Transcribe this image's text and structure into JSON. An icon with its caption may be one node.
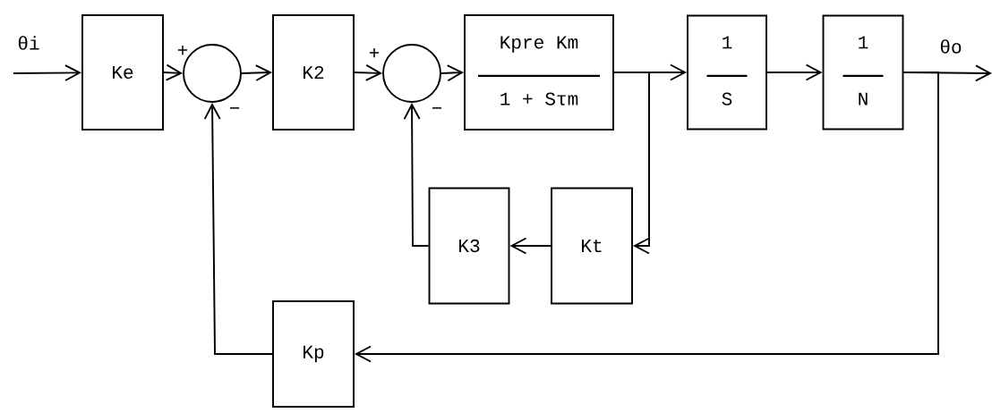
{
  "diagram": {
    "nodes": [
      {
        "text": [
          "Ke"
        ]
      },
      {
        "text": [],
        "shape": "circle"
      },
      {
        "text": [
          "K2"
        ]
      },
      {
        "text": [],
        "shape": "circle"
      },
      {
        "text": [
          "Kpre Km",
          "1 + Sτm"
        ]
      },
      {
        "text": [
          "1",
          "S"
        ]
      },
      {
        "text": [
          "1",
          "N"
        ]
      },
      {
        "text": [
          "Kt"
        ]
      },
      {
        "text": [
          "K3"
        ]
      },
      {
        "text": [
          "Kp"
        ]
      }
    ],
    "edges": [
      {
        "from": null,
        "to": 0,
        "arrow": "to"
      },
      {
        "from": 0,
        "to": 1,
        "arrow": "to"
      },
      {
        "from": 1,
        "to": 2,
        "arrow": "to"
      },
      {
        "from": 2,
        "to": 3,
        "arrow": "to"
      },
      {
        "from": 3,
        "to": 4,
        "arrow": "to"
      },
      {
        "from": 4,
        "to": 5,
        "arrow": "to"
      },
      {
        "from": 5,
        "to": 6,
        "arrow": "to"
      },
      {
        "from": 6,
        "to": null,
        "arrow": "to"
      },
      {
        "from": 4,
        "to": 7,
        "arrow": "to"
      },
      {
        "from": 7,
        "to": 8,
        "arrow": "to"
      },
      {
        "from": 8,
        "to": 3,
        "arrow": "to"
      },
      {
        "from": 6,
        "to": 9,
        "arrow": "to"
      },
      {
        "from": 9,
        "to": 1,
        "arrow": "to"
      }
    ],
    "labels": [
      "θi",
      "+",
      "+",
      "θo",
      "−",
      "−"
    ]
  }
}
